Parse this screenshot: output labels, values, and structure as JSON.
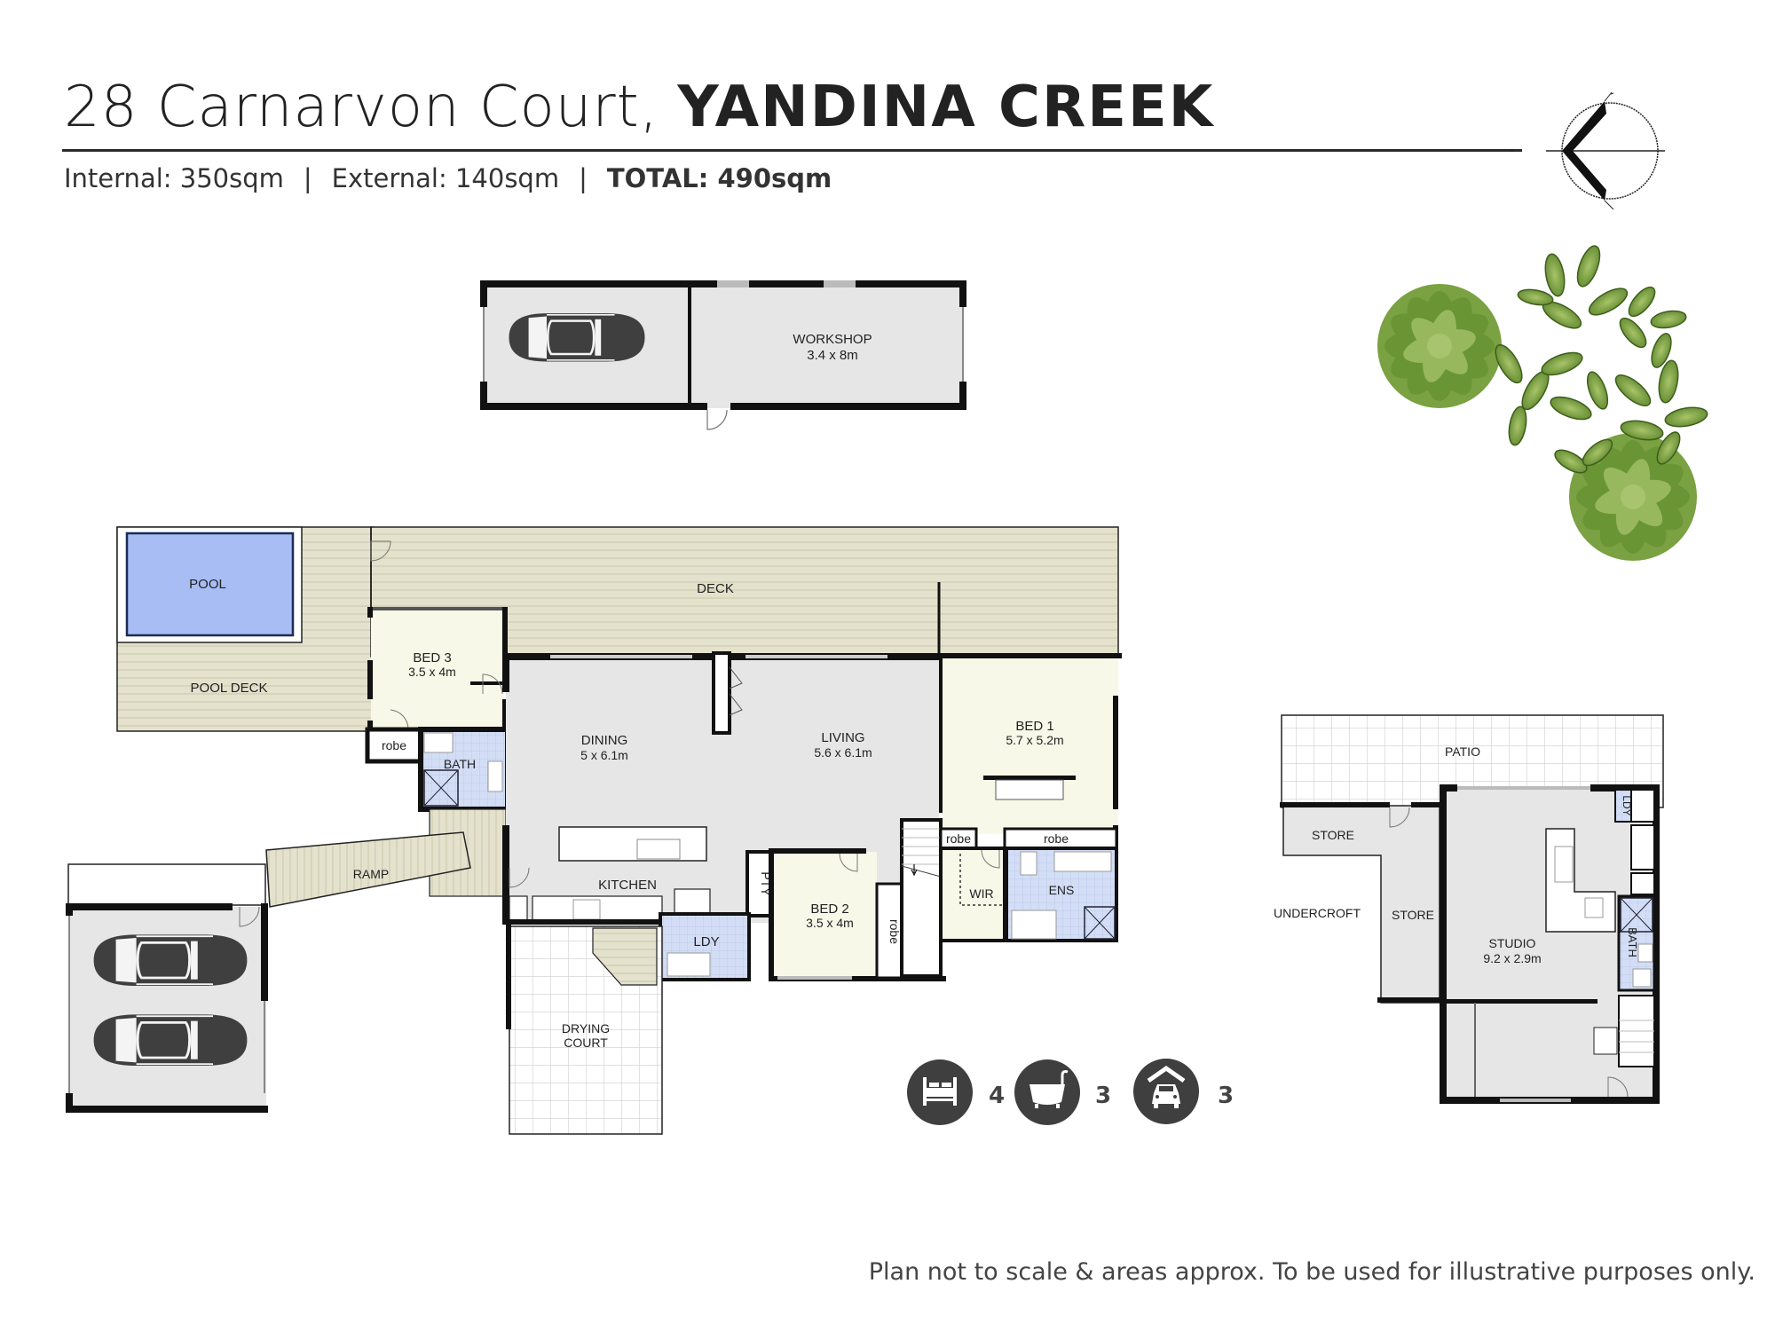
{
  "header": {
    "address": "28 Carnarvon Court,",
    "suburb": "YANDINA CREEK",
    "internal": "Internal: 350sqm",
    "external": "External: 140sqm",
    "separator": "|",
    "total": "TOTAL: 490sqm"
  },
  "compass": {
    "icon": "north-arrow-icon",
    "direction": "west"
  },
  "detached_building": {
    "workshop": {
      "name": "WORKSHOP",
      "size": "3.4 x 8m"
    },
    "garage_icon": "car-icon"
  },
  "main_house": {
    "pool": "POOL",
    "pool_deck": "POOL DECK",
    "deck": "DECK",
    "bed3": {
      "name": "BED 3",
      "size": "3.5 x 4m"
    },
    "bed3_robe": "robe",
    "bath": "BATH",
    "dining": {
      "name": "DINING",
      "size": "5 x 6.1m"
    },
    "living": {
      "name": "LIVING",
      "size": "5.6 x 6.1m"
    },
    "kitchen": "KITCHEN",
    "pantry": "PTY",
    "laundry": "LDY",
    "bed2": {
      "name": "BED 2",
      "size": "3.5 x 4m"
    },
    "bed2_robe": "robe",
    "bed1": {
      "name": "BED 1",
      "size": "5.7 x 5.2m"
    },
    "bed1_robe_left": "robe",
    "bed1_robe_right": "robe",
    "wir": "WIR",
    "ensuite": "ENS",
    "ramp": "RAMP",
    "drying_court": {
      "line1": "DRYING",
      "line2": "COURT"
    }
  },
  "garage": {
    "cars": 2,
    "icon": "car-icon"
  },
  "studio_building": {
    "patio": "PATIO",
    "store_top": "STORE",
    "store_side": "STORE",
    "undercroft": "UNDERCROFT",
    "studio": {
      "name": "STUDIO",
      "size": "9.2 x 2.9m"
    },
    "laundry": "LDY",
    "bath": "BATH"
  },
  "stats": [
    {
      "icon": "bed-icon",
      "count": "4"
    },
    {
      "icon": "bath-icon",
      "count": "3"
    },
    {
      "icon": "garage-car-icon",
      "count": "3"
    }
  ],
  "colors": {
    "wall": "#111111",
    "room_grey": "#e6e6e6",
    "bedroom_cream": "#f7f8e8",
    "wet_area_blue": "#cfdcf6",
    "deck_tan": "#e3e1cc",
    "pool_blue": "#a7bdf4",
    "tree_green": "#6f9a3a",
    "icon_dark": "#3f3f3f"
  },
  "footer": {
    "disclaimer": "Plan not to scale & areas approx. To be used for illustrative purposes only."
  }
}
